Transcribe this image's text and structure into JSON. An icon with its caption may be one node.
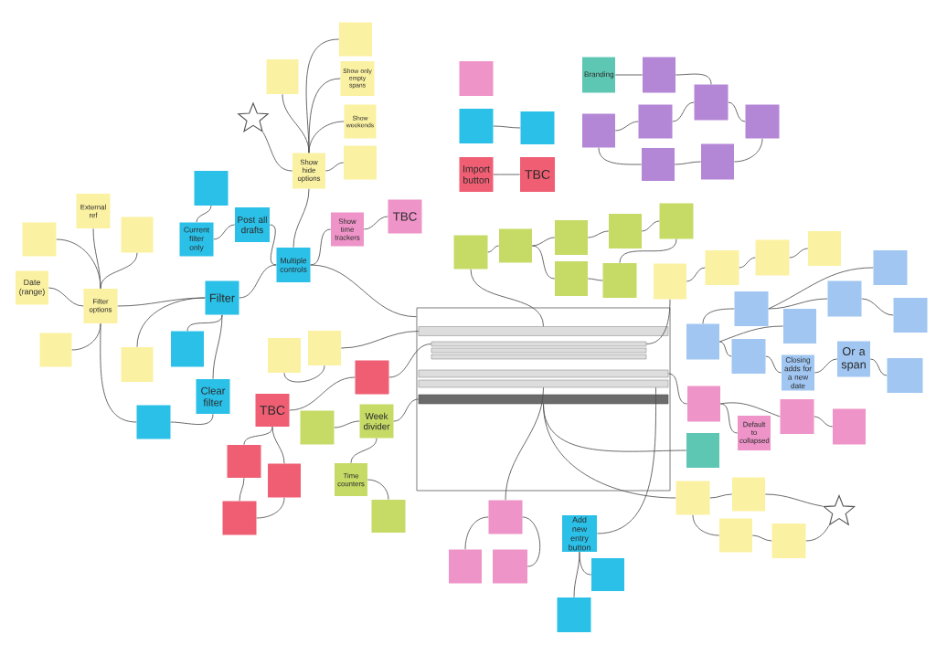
{
  "diagram": {
    "nodes": [
      {
        "text": [
          "Filter options"
        ]
      },
      {
        "text": [],
        "shape": "box"
      },
      {
        "text": [
          "External ref"
        ]
      },
      {
        "text": [],
        "shape": "box"
      },
      {
        "text": [
          "Date (range)"
        ]
      },
      {
        "text": [],
        "shape": "box"
      },
      {
        "text": [],
        "shape": "box"
      },
      {
        "text": [
          "Filter"
        ]
      },
      {
        "text": [],
        "shape": "box"
      },
      {
        "text": [
          "Current filter only"
        ]
      },
      {
        "text": [
          "Post all drafts"
        ]
      },
      {
        "text": [],
        "shape": "box"
      },
      {
        "text": [
          "Clear filter"
        ]
      },
      {
        "text": [],
        "shape": "box"
      },
      {
        "text": [
          "Multiple controls"
        ]
      },
      {
        "text": [
          "Show time trackers"
        ]
      },
      {
        "text": [
          "TBC"
        ]
      },
      {
        "text": [
          "Show hide options"
        ]
      },
      {
        "text": [],
        "shape": "box"
      },
      {
        "text": [],
        "shape": "box"
      },
      {
        "text": [
          "Show only empty spans"
        ]
      },
      {
        "text": [
          "Show weekends"
        ]
      },
      {
        "text": [],
        "shape": "box"
      },
      {
        "text": [],
        "shape": "star"
      },
      {
        "text": [],
        "shape": "box"
      },
      {
        "text": [],
        "shape": "box"
      },
      {
        "text": [],
        "shape": "box"
      },
      {
        "text": [
          "TBC"
        ]
      },
      {
        "text": [],
        "shape": "box"
      },
      {
        "text": [],
        "shape": "box"
      },
      {
        "text": [],
        "shape": "box"
      },
      {
        "text": [],
        "shape": "box"
      },
      {
        "text": [
          "Week divider"
        ]
      },
      {
        "text": [
          "Time counters"
        ]
      },
      {
        "text": [],
        "shape": "box"
      },
      {
        "text": [],
        "shape": "box"
      },
      {
        "text": [],
        "shape": "box"
      },
      {
        "text": [],
        "shape": "box"
      },
      {
        "text": [
          "Import button"
        ]
      },
      {
        "text": [
          "TBC"
        ]
      },
      {
        "text": [
          "Branding"
        ]
      },
      {
        "text": [],
        "shape": "box"
      },
      {
        "text": [],
        "shape": "box"
      },
      {
        "text": [],
        "shape": "box"
      },
      {
        "text": [],
        "shape": "box"
      },
      {
        "text": [],
        "shape": "box"
      },
      {
        "text": [],
        "shape": "box"
      },
      {
        "text": [],
        "shape": "box"
      },
      {
        "text": [],
        "shape": "box"
      },
      {
        "text": [],
        "shape": "box"
      },
      {
        "text": [],
        "shape": "box"
      },
      {
        "text": [],
        "shape": "box"
      },
      {
        "text": [],
        "shape": "box"
      },
      {
        "text": [],
        "shape": "box"
      },
      {
        "text": [],
        "shape": "box"
      },
      {
        "text": [],
        "shape": "box"
      },
      {
        "text": [],
        "shape": "box"
      },
      {
        "text": [],
        "shape": "box"
      },
      {
        "text": [],
        "shape": "box"
      },
      {
        "text": [],
        "shape": "box"
      },
      {
        "text": [],
        "shape": "box"
      },
      {
        "text": [],
        "shape": "box"
      },
      {
        "text": [],
        "shape": "box"
      },
      {
        "text": [],
        "shape": "box"
      },
      {
        "text": [],
        "shape": "box"
      },
      {
        "text": [],
        "shape": "box"
      },
      {
        "text": [
          "Closing adds for a new date"
        ]
      },
      {
        "text": [
          "Or a span"
        ]
      },
      {
        "text": [],
        "shape": "box"
      },
      {
        "text": [],
        "shape": "box"
      },
      {
        "text": [
          "Default to collapsed"
        ]
      },
      {
        "text": [],
        "shape": "box"
      },
      {
        "text": [],
        "shape": "box"
      },
      {
        "text": [],
        "shape": "box"
      },
      {
        "text": [],
        "shape": "box"
      },
      {
        "text": [],
        "shape": "box"
      },
      {
        "text": [],
        "shape": "box"
      },
      {
        "text": [],
        "shape": "box"
      },
      {
        "text": [],
        "shape": "star"
      },
      {
        "text": [],
        "shape": "box"
      },
      {
        "text": [],
        "shape": "box"
      },
      {
        "text": [],
        "shape": "box"
      },
      {
        "text": [
          "Add new entry button"
        ]
      },
      {
        "text": [],
        "shape": "box"
      },
      {
        "text": [],
        "shape": "box"
      },
      {
        "text": [],
        "shape": "box"
      },
      {
        "text": [],
        "shape": "bar",
        "in": 85
      },
      {
        "text": [],
        "shape": "bar",
        "in": 85
      },
      {
        "text": [],
        "shape": "bar",
        "in": 85
      },
      {
        "text": [],
        "shape": "bar",
        "in": 85
      },
      {
        "text": [],
        "shape": "bar",
        "in": 85
      },
      {
        "text": [],
        "shape": "bar",
        "in": 85
      },
      {
        "text": [],
        "shape": "bar",
        "in": 85
      }
    ],
    "edges": [
      {
        "from": 1,
        "to": 0,
        "arrow": "none"
      },
      {
        "from": 2,
        "to": 0,
        "arrow": "none"
      },
      {
        "from": 3,
        "to": 0,
        "arrow": "none"
      },
      {
        "from": 4,
        "to": 0,
        "arrow": "none"
      },
      {
        "from": 5,
        "to": 0,
        "arrow": "none"
      },
      {
        "from": 0,
        "to": 7,
        "arrow": "none"
      },
      {
        "from": 0,
        "to": 13,
        "arrow": "none"
      },
      {
        "from": 6,
        "to": 7,
        "arrow": "none"
      },
      {
        "from": 11,
        "to": 7,
        "arrow": "none"
      },
      {
        "from": 12,
        "to": 7,
        "arrow": "none"
      },
      {
        "from": 13,
        "to": 12,
        "arrow": "none"
      },
      {
        "from": 8,
        "to": 9,
        "arrow": "none"
      },
      {
        "from": 9,
        "to": 10,
        "arrow": "none"
      },
      {
        "from": 10,
        "to": 14,
        "arrow": "none"
      },
      {
        "from": 7,
        "to": 14,
        "arrow": "none"
      },
      {
        "from": 14,
        "to": 17,
        "arrow": "none"
      },
      {
        "from": 14,
        "to": 15,
        "arrow": "none"
      },
      {
        "from": 15,
        "to": 16,
        "arrow": "none"
      },
      {
        "from": 14,
        "to": 85,
        "arrow": "none"
      },
      {
        "from": 18,
        "to": 17,
        "arrow": "none"
      },
      {
        "from": 19,
        "to": 17,
        "arrow": "none"
      },
      {
        "from": 20,
        "to": 17,
        "arrow": "none"
      },
      {
        "from": 21,
        "to": 17,
        "arrow": "none"
      },
      {
        "from": 22,
        "to": 17,
        "arrow": "none"
      },
      {
        "from": 17,
        "to": 23,
        "arrow": "none"
      },
      {
        "from": 24,
        "to": 25,
        "arrow": "none"
      },
      {
        "from": 25,
        "to": 86,
        "arrow": "none"
      },
      {
        "from": 27,
        "to": 26,
        "arrow": "none"
      },
      {
        "from": 26,
        "to": 87,
        "arrow": "none"
      },
      {
        "from": 31,
        "to": 32,
        "arrow": "none"
      },
      {
        "from": 32,
        "to": 92,
        "arrow": "none"
      },
      {
        "from": 32,
        "to": 33,
        "arrow": "none"
      },
      {
        "from": 33,
        "to": 34,
        "arrow": "none"
      },
      {
        "from": 27,
        "to": 28,
        "arrow": "none"
      },
      {
        "from": 27,
        "to": 29,
        "arrow": "none"
      },
      {
        "from": 28,
        "to": 30,
        "arrow": "none"
      },
      {
        "from": 29,
        "to": 30,
        "arrow": "none"
      },
      {
        "from": 36,
        "to": 37,
        "arrow": "none"
      },
      {
        "from": 38,
        "to": 39,
        "arrow": "none"
      },
      {
        "from": 40,
        "to": 41,
        "arrow": "none"
      },
      {
        "from": 41,
        "to": 42,
        "arrow": "none"
      },
      {
        "from": 44,
        "to": 42,
        "arrow": "none"
      },
      {
        "from": 43,
        "to": 44,
        "arrow": "none"
      },
      {
        "from": 42,
        "to": 45,
        "arrow": "none"
      },
      {
        "from": 43,
        "to": 46,
        "arrow": "none"
      },
      {
        "from": 46,
        "to": 47,
        "arrow": "none"
      },
      {
        "from": 47,
        "to": 45,
        "arrow": "none"
      },
      {
        "from": 48,
        "to": 49,
        "arrow": "none"
      },
      {
        "from": 49,
        "to": 50,
        "arrow": "none"
      },
      {
        "from": 49,
        "to": 53,
        "arrow": "none"
      },
      {
        "from": 50,
        "to": 51,
        "arrow": "none"
      },
      {
        "from": 51,
        "to": 52,
        "arrow": "none"
      },
      {
        "from": 53,
        "to": 54,
        "arrow": "none"
      },
      {
        "from": 54,
        "to": 52,
        "arrow": "none"
      },
      {
        "from": 48,
        "to": 86,
        "arrow": "none"
      },
      {
        "from": 55,
        "to": 87,
        "arrow": "none"
      },
      {
        "from": 55,
        "to": 56,
        "arrow": "none"
      },
      {
        "from": 56,
        "to": 57,
        "arrow": "none"
      },
      {
        "from": 57,
        "to": 58,
        "arrow": "none"
      },
      {
        "from": 61,
        "to": 60,
        "arrow": "none"
      },
      {
        "from": 60,
        "to": 59,
        "arrow": "none"
      },
      {
        "from": 60,
        "to": 63,
        "arrow": "none"
      },
      {
        "from": 63,
        "to": 64,
        "arrow": "none"
      },
      {
        "from": 61,
        "to": 62,
        "arrow": "none"
      },
      {
        "from": 61,
        "to": 65,
        "arrow": "none"
      },
      {
        "from": 65,
        "to": 66,
        "arrow": "none"
      },
      {
        "from": 66,
        "to": 67,
        "arrow": "none"
      },
      {
        "from": 67,
        "to": 68,
        "arrow": "none"
      },
      {
        "from": 90,
        "to": 69,
        "arrow": "none"
      },
      {
        "from": 69,
        "to": 70,
        "arrow": "none"
      },
      {
        "from": 69,
        "to": 71,
        "arrow": "none"
      },
      {
        "from": 71,
        "to": 72,
        "arrow": "none"
      },
      {
        "from": 92,
        "to": 73,
        "arrow": "none"
      },
      {
        "from": 92,
        "to": 74,
        "arrow": "none"
      },
      {
        "from": 74,
        "to": 75,
        "arrow": "none"
      },
      {
        "from": 75,
        "to": 78,
        "arrow": "none"
      },
      {
        "from": 74,
        "to": 76,
        "arrow": "none"
      },
      {
        "from": 76,
        "to": 77,
        "arrow": "none"
      },
      {
        "from": 77,
        "to": 78,
        "arrow": "none"
      },
      {
        "from": 79,
        "to": 80,
        "arrow": "none"
      },
      {
        "from": 79,
        "to": 81,
        "arrow": "none"
      },
      {
        "from": 91,
        "to": 79,
        "arrow": "none"
      },
      {
        "from": 91,
        "to": 82,
        "arrow": "none"
      },
      {
        "from": 82,
        "to": 83,
        "arrow": "none"
      },
      {
        "from": 82,
        "to": 84,
        "arrow": "none"
      }
    ]
  }
}
